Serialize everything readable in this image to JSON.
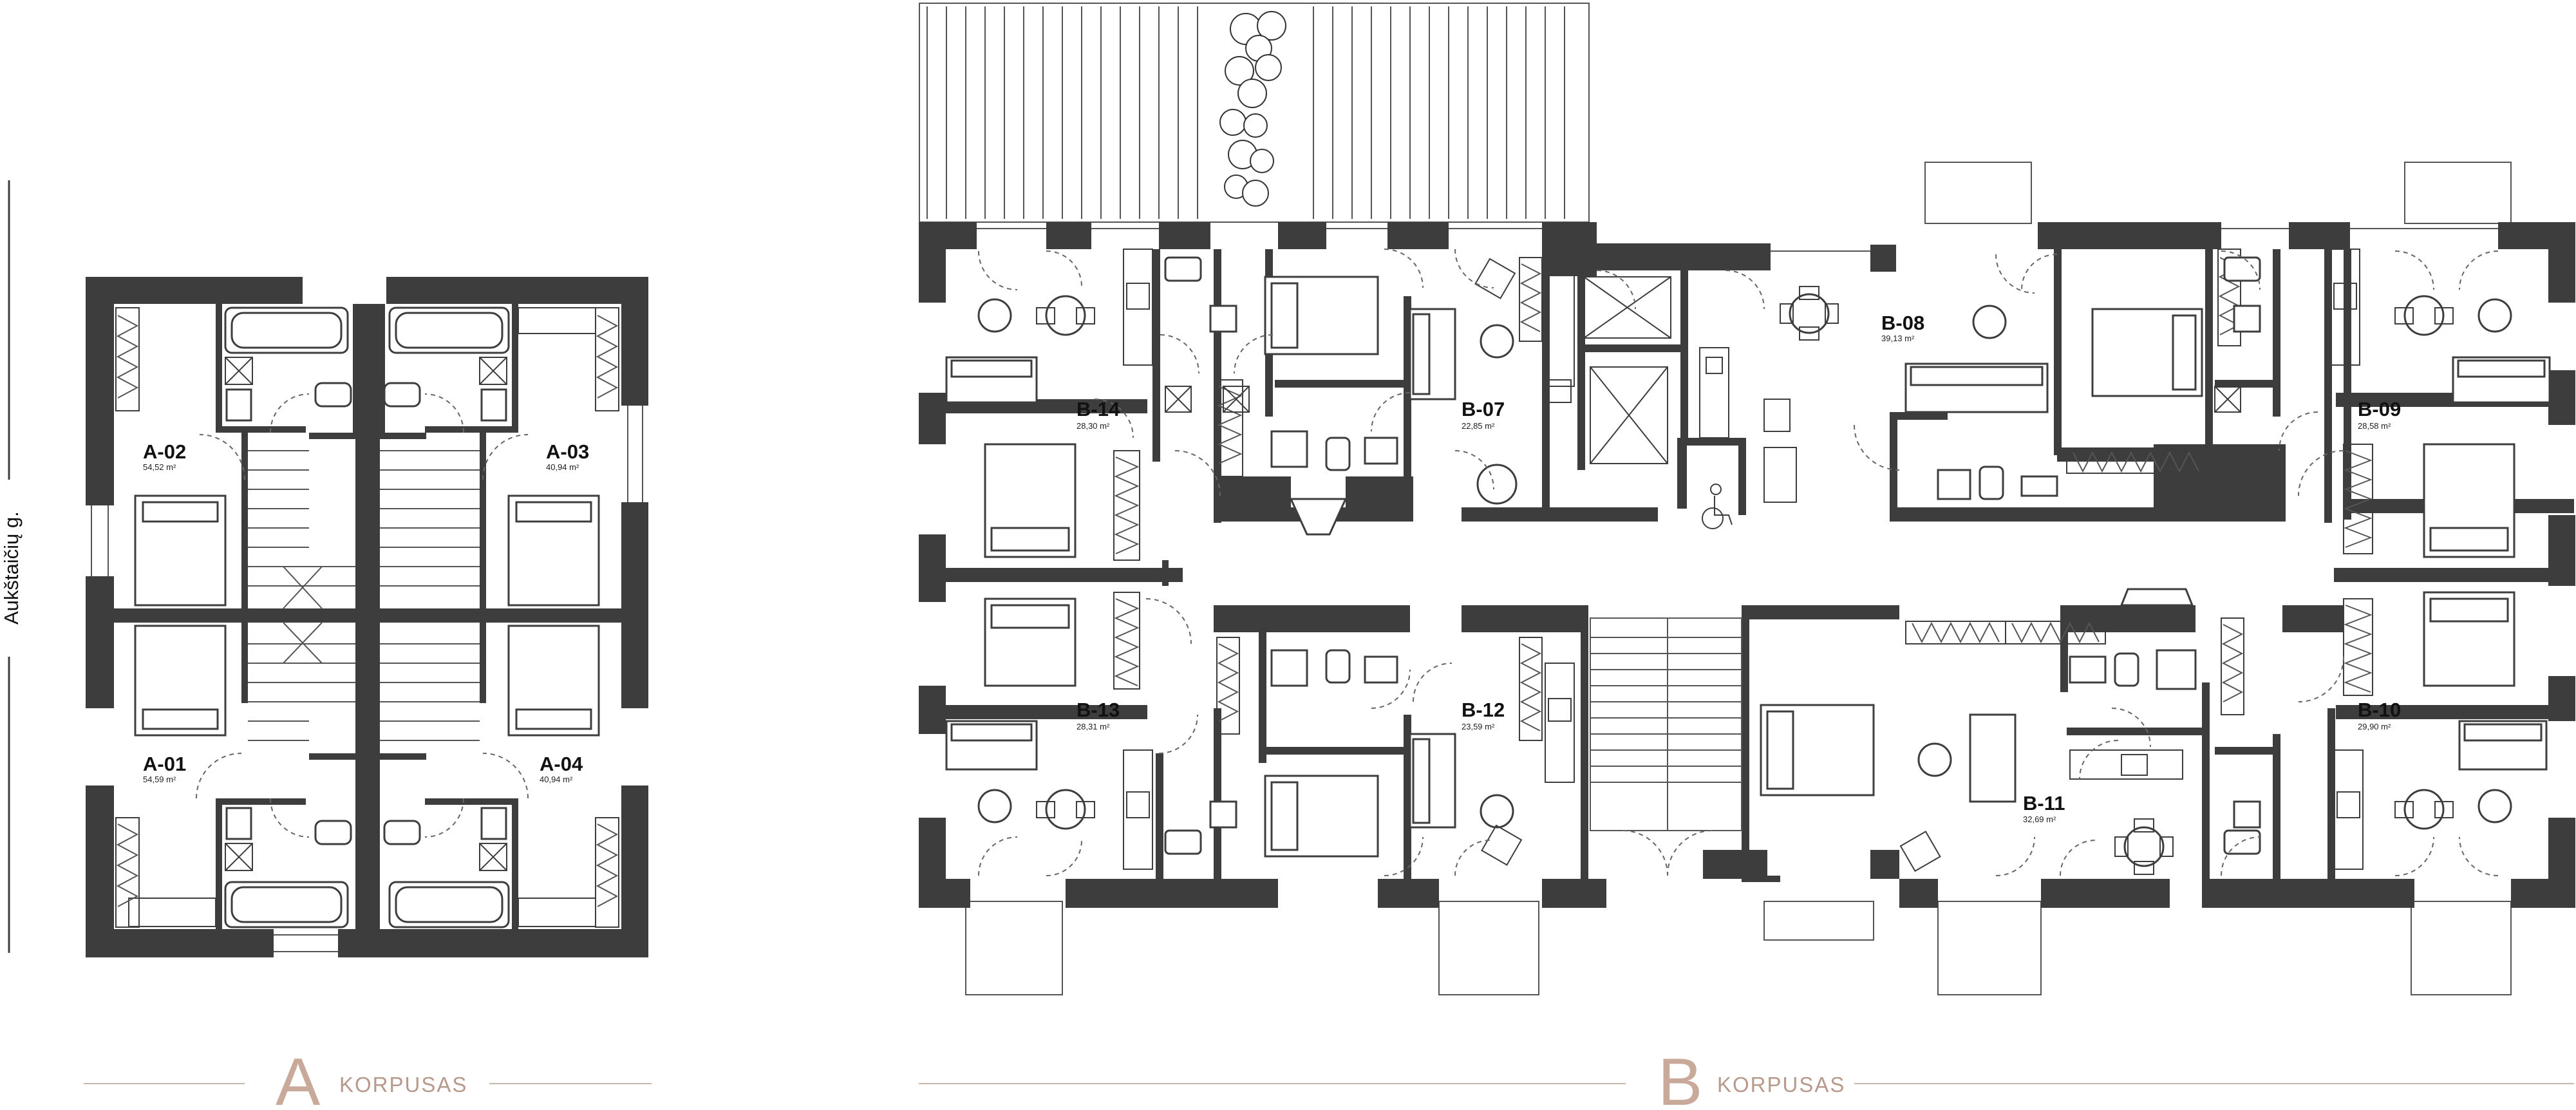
{
  "street": {
    "label": "Aukštaičių g."
  },
  "buildings": [
    {
      "letter": "A",
      "word": "KORPUSAS"
    },
    {
      "letter": "B",
      "word": "KORPUSAS"
    }
  ],
  "units": [
    {
      "id": "A-02",
      "area": "54,52 m²"
    },
    {
      "id": "A-03",
      "area": "40,94 m²"
    },
    {
      "id": "A-01",
      "area": "54,59 m²"
    },
    {
      "id": "A-04",
      "area": "40,94 m²"
    },
    {
      "id": "B-14",
      "area": "28,30 m²"
    },
    {
      "id": "B-07",
      "area": "22,85 m²"
    },
    {
      "id": "B-08",
      "area": "39,13 m²"
    },
    {
      "id": "B-09",
      "area": "28,58 m²"
    },
    {
      "id": "B-13",
      "area": "28,31 m²"
    },
    {
      "id": "B-12",
      "area": "23,59 m²"
    },
    {
      "id": "B-11",
      "area": "32,69 m²"
    },
    {
      "id": "B-10",
      "area": "29,90 m²"
    }
  ],
  "colors": {
    "wall": "#3d3d3d",
    "accent": "#c9a99a"
  },
  "icons": [
    "wheelchair-icon",
    "tree-icon",
    "elevator-icon"
  ]
}
